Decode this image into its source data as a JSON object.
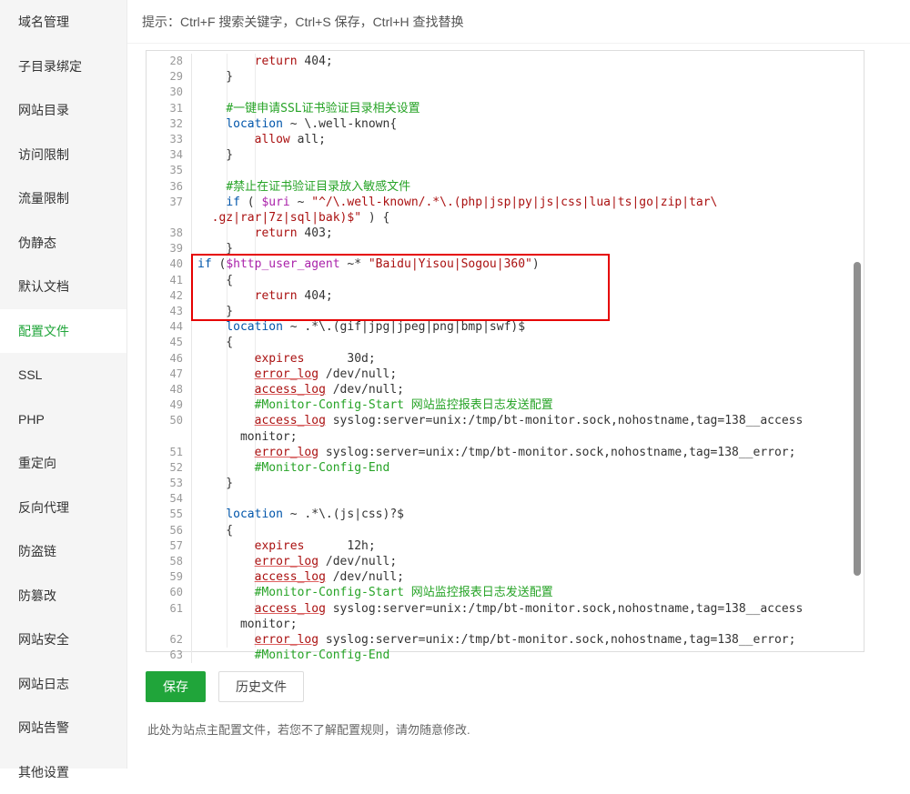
{
  "theme": {
    "accent": "#20a53a"
  },
  "sidebar": {
    "items": [
      {
        "id": "domain-manage",
        "label": "域名管理",
        "active": false
      },
      {
        "id": "subdir-bind",
        "label": "子目录绑定",
        "active": false
      },
      {
        "id": "site-dir",
        "label": "网站目录",
        "active": false
      },
      {
        "id": "access-limit",
        "label": "访问限制",
        "active": false
      },
      {
        "id": "traffic-limit",
        "label": "流量限制",
        "active": false
      },
      {
        "id": "rewrite",
        "label": "伪静态",
        "active": false
      },
      {
        "id": "default-doc",
        "label": "默认文档",
        "active": false
      },
      {
        "id": "config-file",
        "label": "配置文件",
        "active": true
      },
      {
        "id": "ssl",
        "label": "SSL",
        "active": false
      },
      {
        "id": "php",
        "label": "PHP",
        "active": false
      },
      {
        "id": "redirect",
        "label": "重定向",
        "active": false
      },
      {
        "id": "reverse-proxy",
        "label": "反向代理",
        "active": false
      },
      {
        "id": "hotlink-protect",
        "label": "防盗链",
        "active": false
      },
      {
        "id": "tamper-proof",
        "label": "防篡改",
        "active": false
      },
      {
        "id": "site-security",
        "label": "网站安全",
        "active": false
      },
      {
        "id": "site-log",
        "label": "网站日志",
        "active": false
      },
      {
        "id": "site-alarm",
        "label": "网站告警",
        "active": false
      },
      {
        "id": "other-settings",
        "label": "其他设置",
        "active": false
      }
    ]
  },
  "header": {
    "hint": "提示：Ctrl+F 搜索关键字，Ctrl+S 保存，Ctrl+H 查找替换"
  },
  "editor": {
    "token_colors": {
      "plain": "#333333",
      "keyword": "#0055aa",
      "statement": "#aa1111",
      "directive": "#aa1111",
      "variable": "#aa22aa",
      "string": "#aa1111",
      "comment": "#26a326",
      "line_number": "#999999"
    },
    "highlight": {
      "start_line": "40",
      "end_line": "43",
      "border_color": "#e60000"
    },
    "rows": [
      {
        "num": "28",
        "segs": [
          {
            "c": "p",
            "t": "        "
          },
          {
            "c": "kr",
            "t": "return"
          },
          {
            "c": "p",
            "t": " 404;"
          }
        ]
      },
      {
        "num": "29",
        "segs": [
          {
            "c": "p",
            "t": "    }"
          }
        ]
      },
      {
        "num": "30",
        "segs": []
      },
      {
        "num": "31",
        "segs": [
          {
            "c": "p",
            "t": "    "
          },
          {
            "c": "c",
            "t": "#一键申请SSL证书验证目录相关设置"
          }
        ]
      },
      {
        "num": "32",
        "segs": [
          {
            "c": "p",
            "t": "    "
          },
          {
            "c": "kb",
            "t": "location"
          },
          {
            "c": "p",
            "t": " ~ \\.well-known{"
          }
        ]
      },
      {
        "num": "33",
        "segs": [
          {
            "c": "p",
            "t": "        "
          },
          {
            "c": "kr",
            "t": "allow"
          },
          {
            "c": "p",
            "t": " all;"
          }
        ]
      },
      {
        "num": "34",
        "segs": [
          {
            "c": "p",
            "t": "    }"
          }
        ]
      },
      {
        "num": "35",
        "segs": []
      },
      {
        "num": "36",
        "segs": [
          {
            "c": "p",
            "t": "    "
          },
          {
            "c": "c",
            "t": "#禁止在证书验证目录放入敏感文件"
          }
        ]
      },
      {
        "num": "37",
        "segs": [
          {
            "c": "p",
            "t": "    "
          },
          {
            "c": "kb",
            "t": "if"
          },
          {
            "c": "p",
            "t": " ( "
          },
          {
            "c": "v",
            "t": "$uri"
          },
          {
            "c": "p",
            "t": " ~ "
          },
          {
            "c": "s",
            "t": "\"^/\\.well-known/.*\\.(php|jsp|py|js|css|lua|ts|go|zip|tar\\"
          }
        ]
      },
      {
        "segs": [
          {
            "c": "p",
            "t": "  "
          },
          {
            "c": "s",
            "t": ".gz|rar|7z|sql|bak)$\""
          },
          {
            "c": "p",
            "t": " ) {"
          }
        ]
      },
      {
        "num": "38",
        "segs": [
          {
            "c": "p",
            "t": "        "
          },
          {
            "c": "kr",
            "t": "return"
          },
          {
            "c": "p",
            "t": " 403;"
          }
        ]
      },
      {
        "num": "39",
        "segs": [
          {
            "c": "p",
            "t": "    }"
          }
        ]
      },
      {
        "num": "40",
        "segs": [
          {
            "c": "kb",
            "t": "if"
          },
          {
            "c": "p",
            "t": " ("
          },
          {
            "c": "v",
            "t": "$http_user_agent"
          },
          {
            "c": "p",
            "t": " ~* "
          },
          {
            "c": "s",
            "t": "\"Baidu|Yisou|Sogou|360\""
          },
          {
            "c": "p",
            "t": ")"
          }
        ]
      },
      {
        "num": "41",
        "segs": [
          {
            "c": "p",
            "t": "    {"
          }
        ]
      },
      {
        "num": "42",
        "segs": [
          {
            "c": "p",
            "t": "        "
          },
          {
            "c": "kr",
            "t": "return"
          },
          {
            "c": "p",
            "t": " 404;"
          }
        ]
      },
      {
        "num": "43",
        "segs": [
          {
            "c": "p",
            "t": "    }"
          }
        ]
      },
      {
        "num": "44",
        "segs": [
          {
            "c": "p",
            "t": "    "
          },
          {
            "c": "kb",
            "t": "location"
          },
          {
            "c": "p",
            "t": " ~ .*\\.(gif|jpg|jpeg|png|bmp|swf)$"
          }
        ]
      },
      {
        "num": "45",
        "segs": [
          {
            "c": "p",
            "t": "    {"
          }
        ]
      },
      {
        "num": "46",
        "segs": [
          {
            "c": "p",
            "t": "        "
          },
          {
            "c": "kr",
            "t": "expires"
          },
          {
            "c": "p",
            "t": "      30d;"
          }
        ]
      },
      {
        "num": "47",
        "segs": [
          {
            "c": "p",
            "t": "        "
          },
          {
            "c": "d",
            "t": "error_log"
          },
          {
            "c": "p",
            "t": " /dev/null;"
          }
        ]
      },
      {
        "num": "48",
        "segs": [
          {
            "c": "p",
            "t": "        "
          },
          {
            "c": "d",
            "t": "access_log"
          },
          {
            "c": "p",
            "t": " /dev/null;"
          }
        ]
      },
      {
        "num": "49",
        "segs": [
          {
            "c": "p",
            "t": "        "
          },
          {
            "c": "c",
            "t": "#Monitor-Config-Start 网站监控报表日志发送配置"
          }
        ]
      },
      {
        "num": "50",
        "segs": [
          {
            "c": "p",
            "t": "        "
          },
          {
            "c": "d",
            "t": "access_log"
          },
          {
            "c": "p",
            "t": " syslog:server=unix:/tmp/bt-monitor.sock,nohostname,tag=138__access"
          }
        ]
      },
      {
        "segs": [
          {
            "c": "p",
            "t": "      monitor;"
          }
        ]
      },
      {
        "num": "51",
        "segs": [
          {
            "c": "p",
            "t": "        "
          },
          {
            "c": "d",
            "t": "error_log"
          },
          {
            "c": "p",
            "t": " syslog:server=unix:/tmp/bt-monitor.sock,nohostname,tag=138__error;"
          }
        ]
      },
      {
        "num": "52",
        "segs": [
          {
            "c": "p",
            "t": "        "
          },
          {
            "c": "c",
            "t": "#Monitor-Config-End"
          }
        ]
      },
      {
        "num": "53",
        "segs": [
          {
            "c": "p",
            "t": "    }"
          }
        ]
      },
      {
        "num": "54",
        "segs": []
      },
      {
        "num": "55",
        "segs": [
          {
            "c": "p",
            "t": "    "
          },
          {
            "c": "kb",
            "t": "location"
          },
          {
            "c": "p",
            "t": " ~ .*\\.(js|css)?$"
          }
        ]
      },
      {
        "num": "56",
        "segs": [
          {
            "c": "p",
            "t": "    {"
          }
        ]
      },
      {
        "num": "57",
        "segs": [
          {
            "c": "p",
            "t": "        "
          },
          {
            "c": "kr",
            "t": "expires"
          },
          {
            "c": "p",
            "t": "      12h;"
          }
        ]
      },
      {
        "num": "58",
        "segs": [
          {
            "c": "p",
            "t": "        "
          },
          {
            "c": "d",
            "t": "error_log"
          },
          {
            "c": "p",
            "t": " /dev/null;"
          }
        ]
      },
      {
        "num": "59",
        "segs": [
          {
            "c": "p",
            "t": "        "
          },
          {
            "c": "d",
            "t": "access_log"
          },
          {
            "c": "p",
            "t": " /dev/null;"
          }
        ]
      },
      {
        "num": "60",
        "segs": [
          {
            "c": "p",
            "t": "        "
          },
          {
            "c": "c",
            "t": "#Monitor-Config-Start 网站监控报表日志发送配置"
          }
        ]
      },
      {
        "num": "61",
        "segs": [
          {
            "c": "p",
            "t": "        "
          },
          {
            "c": "d",
            "t": "access_log"
          },
          {
            "c": "p",
            "t": " syslog:server=unix:/tmp/bt-monitor.sock,nohostname,tag=138__access"
          }
        ]
      },
      {
        "segs": [
          {
            "c": "p",
            "t": "      monitor;"
          }
        ]
      },
      {
        "num": "62",
        "segs": [
          {
            "c": "p",
            "t": "        "
          },
          {
            "c": "d",
            "t": "error_log"
          },
          {
            "c": "p",
            "t": " syslog:server=unix:/tmp/bt-monitor.sock,nohostname,tag=138__error;"
          }
        ]
      },
      {
        "num": "63",
        "segs": [
          {
            "c": "p",
            "t": "        "
          },
          {
            "c": "c",
            "t": "#Monitor-Config-End"
          }
        ]
      }
    ]
  },
  "buttons": {
    "save": "保存",
    "history": "历史文件"
  },
  "footer": {
    "note": "此处为站点主配置文件，若您不了解配置规则，请勿随意修改."
  }
}
